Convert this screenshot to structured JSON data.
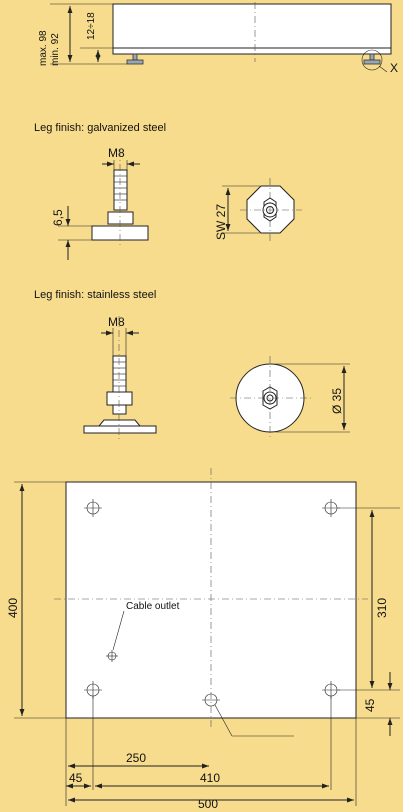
{
  "colors": {
    "background": "#f7dc8d",
    "line": "#222222",
    "part": "#ffffff"
  },
  "side_view": {
    "height_max": "max. 98",
    "height_min": "min. 92",
    "leg_adjust": "12÷18",
    "detail_marker": "X"
  },
  "galvanized": {
    "heading": "Leg finish: galvanized steel",
    "thread": "M8",
    "foot_height": "6,5",
    "wrench_size": "SW 27"
  },
  "stainless": {
    "heading": "Leg finish: stainless steel",
    "thread": "M8",
    "foot_diameter": "Ø 35"
  },
  "plan_view": {
    "height": "400",
    "hole_spacing_vertical": "310",
    "hole_offset_bottom": "45",
    "cable_outlet": "Cable outlet",
    "center_dim": "250",
    "hole_offset_left": "45",
    "hole_spacing_horizontal": "410",
    "width": "500"
  }
}
